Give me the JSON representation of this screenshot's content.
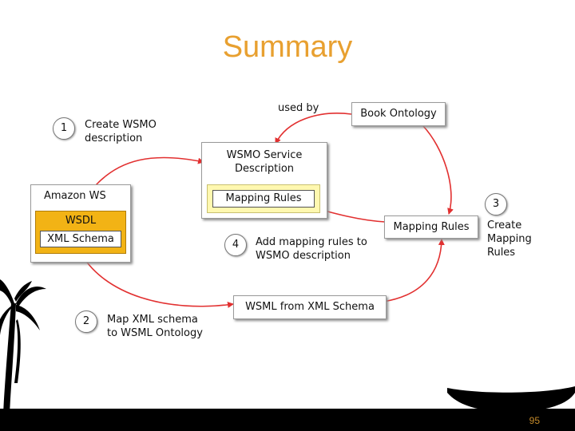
{
  "slide": {
    "title": "Summary",
    "page_number": "95"
  },
  "diagram": {
    "used_by": "used by",
    "book_ontology": "Book Ontology",
    "wsmo_service_description": "WSMO Service\nDescription",
    "mapping_rules_inner": "Mapping Rules",
    "amazon_ws": "Amazon WS",
    "wsdl": "WSDL",
    "xml_schema": "XML Schema",
    "mapping_rules_right": "Mapping Rules",
    "wsml_from_xml_schema": "WSML from XML Schema",
    "steps": [
      {
        "number": "1",
        "text": "Create WSMO\ndescription"
      },
      {
        "number": "2",
        "text": "Map XML schema\nto WSML Ontology"
      },
      {
        "number": "3",
        "text": "Create\nMapping\nRules"
      },
      {
        "number": "4",
        "text": "Add mapping rules to\nWSMO description"
      }
    ]
  },
  "colors": {
    "title": "#e8a030",
    "arrow": "#e23030",
    "wsdl_fill": "#f2b315",
    "mapping_rules_fill": "#fff8b0"
  }
}
